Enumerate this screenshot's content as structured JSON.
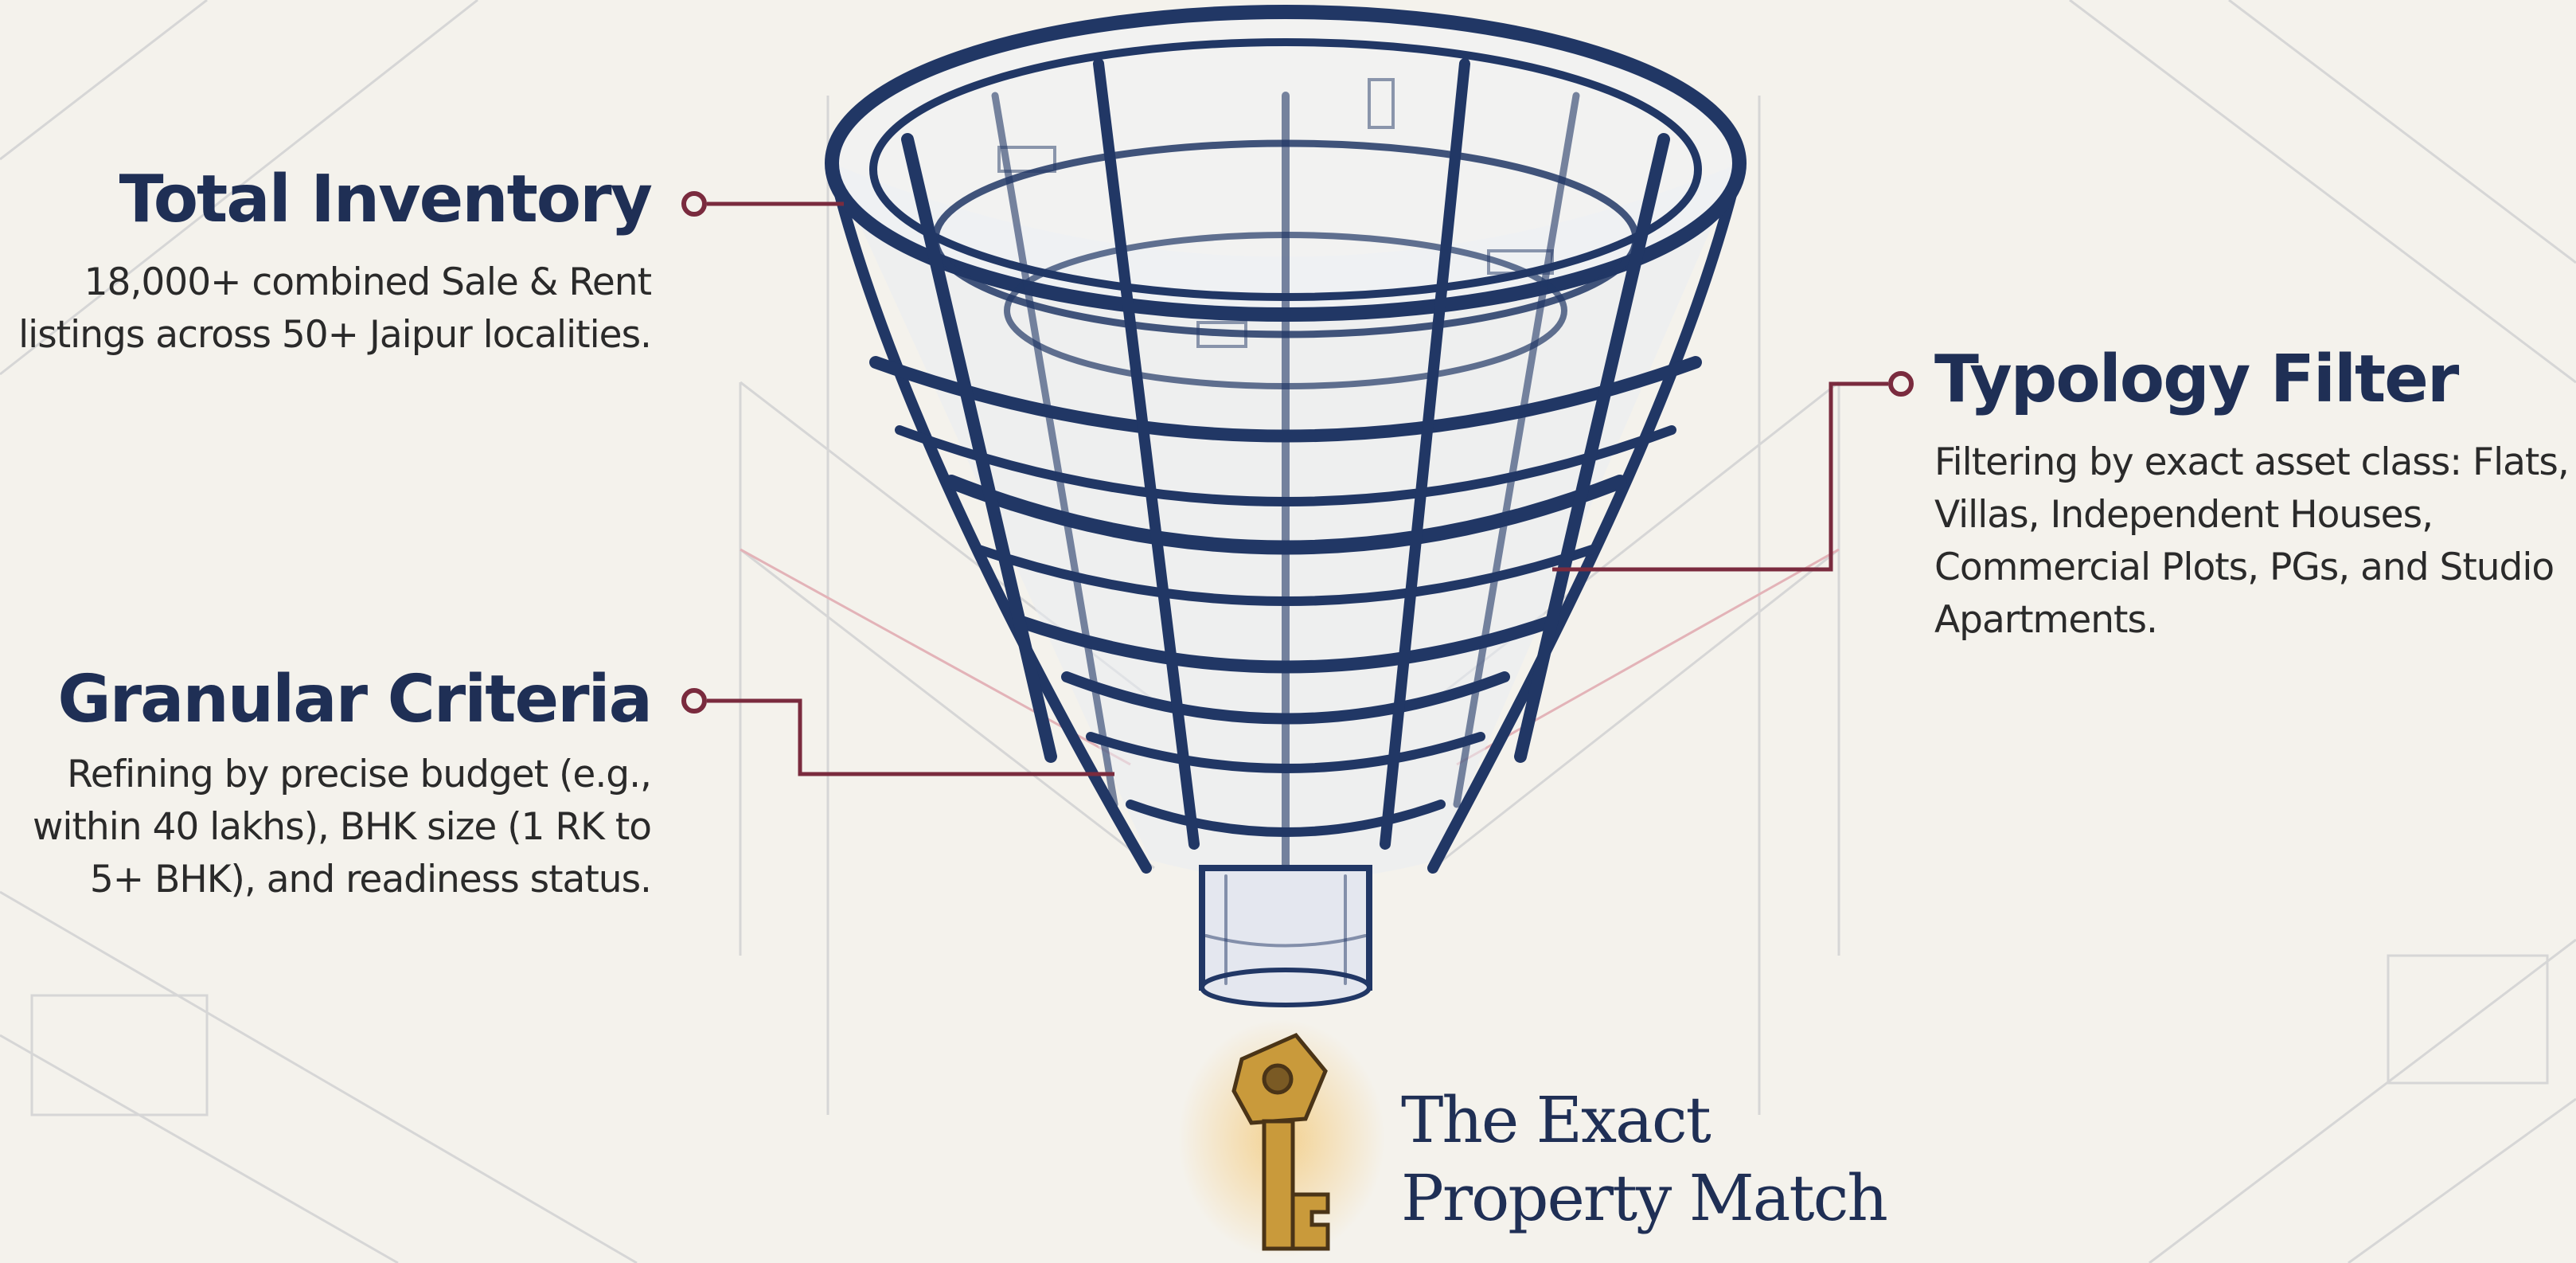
{
  "diagram": {
    "stages": [
      {
        "title": "Total Inventory",
        "description": "18,000+ combined Sale & Rent listings across 50+ Jaipur localities."
      },
      {
        "title": "Typology Filter",
        "description": "Filtering by exact asset class: Flats, Villas, Independent Houses, Commercial Plots, PGs, and Studio Apartments."
      },
      {
        "title": "Granular Criteria",
        "description": "Refining by precise budget (e.g., within 40 lakhs), BHK size (1 RK to 5+ BHK), and readiness status."
      }
    ],
    "result": {
      "line1": "The Exact",
      "line2": "Property Match"
    },
    "icons": {
      "funnel": "funnel-icon",
      "key": "key-icon"
    },
    "colors": {
      "heading": "#1f2f55",
      "funnel_stroke": "#213765",
      "connector": "#7a2b3e",
      "key": "#c99a3b"
    }
  }
}
